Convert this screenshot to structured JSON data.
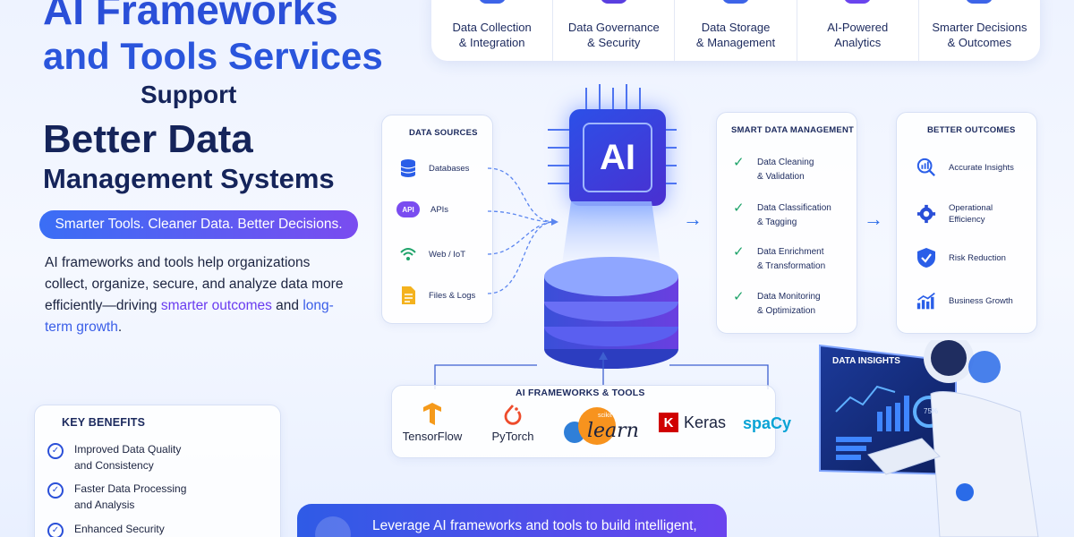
{
  "title": {
    "line1": "AI Frameworks",
    "line2": "and Tools Services",
    "line3": "Support",
    "line4": "Better Data",
    "line5": "Management Systems"
  },
  "tagline": "Smarter Tools. Cleaner Data. Better Decisions.",
  "description": {
    "part1": "AI frameworks and tools help organizations collect, organize, secure, and analyze data more efficiently—driving ",
    "highlight1": "smarter outcomes",
    "part2": " and ",
    "highlight2": "long-term growth",
    "part3": "."
  },
  "top_strip": [
    {
      "label": "Data Collection\n& Integration",
      "icon": "gear-icon"
    },
    {
      "label": "Data Governance\n& Security",
      "icon": "shield-icon"
    },
    {
      "label": "Data Storage\n& Management",
      "icon": "database-icon"
    },
    {
      "label": "AI-Powered\nAnalytics",
      "icon": "brain-icon"
    },
    {
      "label": "Smarter Decisions\n& Outcomes",
      "icon": "bar-chart-icon"
    }
  ],
  "data_sources": {
    "title": "DATA SOURCES",
    "items": [
      {
        "label": "Databases",
        "icon": "database-icon"
      },
      {
        "label": "APIs",
        "icon": "api-cloud-icon",
        "icon_text": "API"
      },
      {
        "label": "Web / IoT",
        "icon": "wifi-icon"
      },
      {
        "label": "Files & Logs",
        "icon": "file-icon"
      }
    ]
  },
  "ai_chip": {
    "label": "AI"
  },
  "smart_management": {
    "title": "SMART DATA MANAGEMENT",
    "items": [
      {
        "line1": "Data Cleaning",
        "line2": "& Validation"
      },
      {
        "line1": "Data Classification",
        "line2": "& Tagging"
      },
      {
        "line1": "Data Enrichment",
        "line2": "& Transformation"
      },
      {
        "line1": "Data Monitoring",
        "line2": "& Optimization"
      }
    ]
  },
  "better_outcomes": {
    "title": "BETTER OUTCOMES",
    "items": [
      {
        "line1": "Accurate Insights",
        "line2": "",
        "icon": "magnifier-chart-icon"
      },
      {
        "line1": "Operational",
        "line2": "Efficiency",
        "icon": "gear-icon"
      },
      {
        "line1": "Risk Reduction",
        "line2": "",
        "icon": "shield-check-icon"
      },
      {
        "line1": "Business Growth",
        "line2": "",
        "icon": "growth-chart-icon"
      }
    ]
  },
  "frameworks": {
    "title": "AI FRAMEWORKS & TOOLS",
    "items": [
      "TensorFlow",
      "PyTorch",
      "learn",
      "Keras",
      "spaCy"
    ],
    "scikit_small": "scikit"
  },
  "key_benefits": {
    "title": "KEY BENEFITS",
    "items": [
      {
        "line1": "Improved Data Quality",
        "line2": "and Consistency"
      },
      {
        "line1": "Faster Data Processing",
        "line2": "and Analysis"
      },
      {
        "line1": "Enhanced Security",
        "line2": ""
      }
    ]
  },
  "dashboard": {
    "title": "DATA INSIGHTS",
    "gauge": "75%"
  },
  "banner": {
    "text": "Leverage AI frameworks and tools to build intelligent,"
  },
  "colors": {
    "primary": "#2a4fd8",
    "violet": "#6a3cf0",
    "navy": "#15245a",
    "check_green": "#1ea36a"
  }
}
